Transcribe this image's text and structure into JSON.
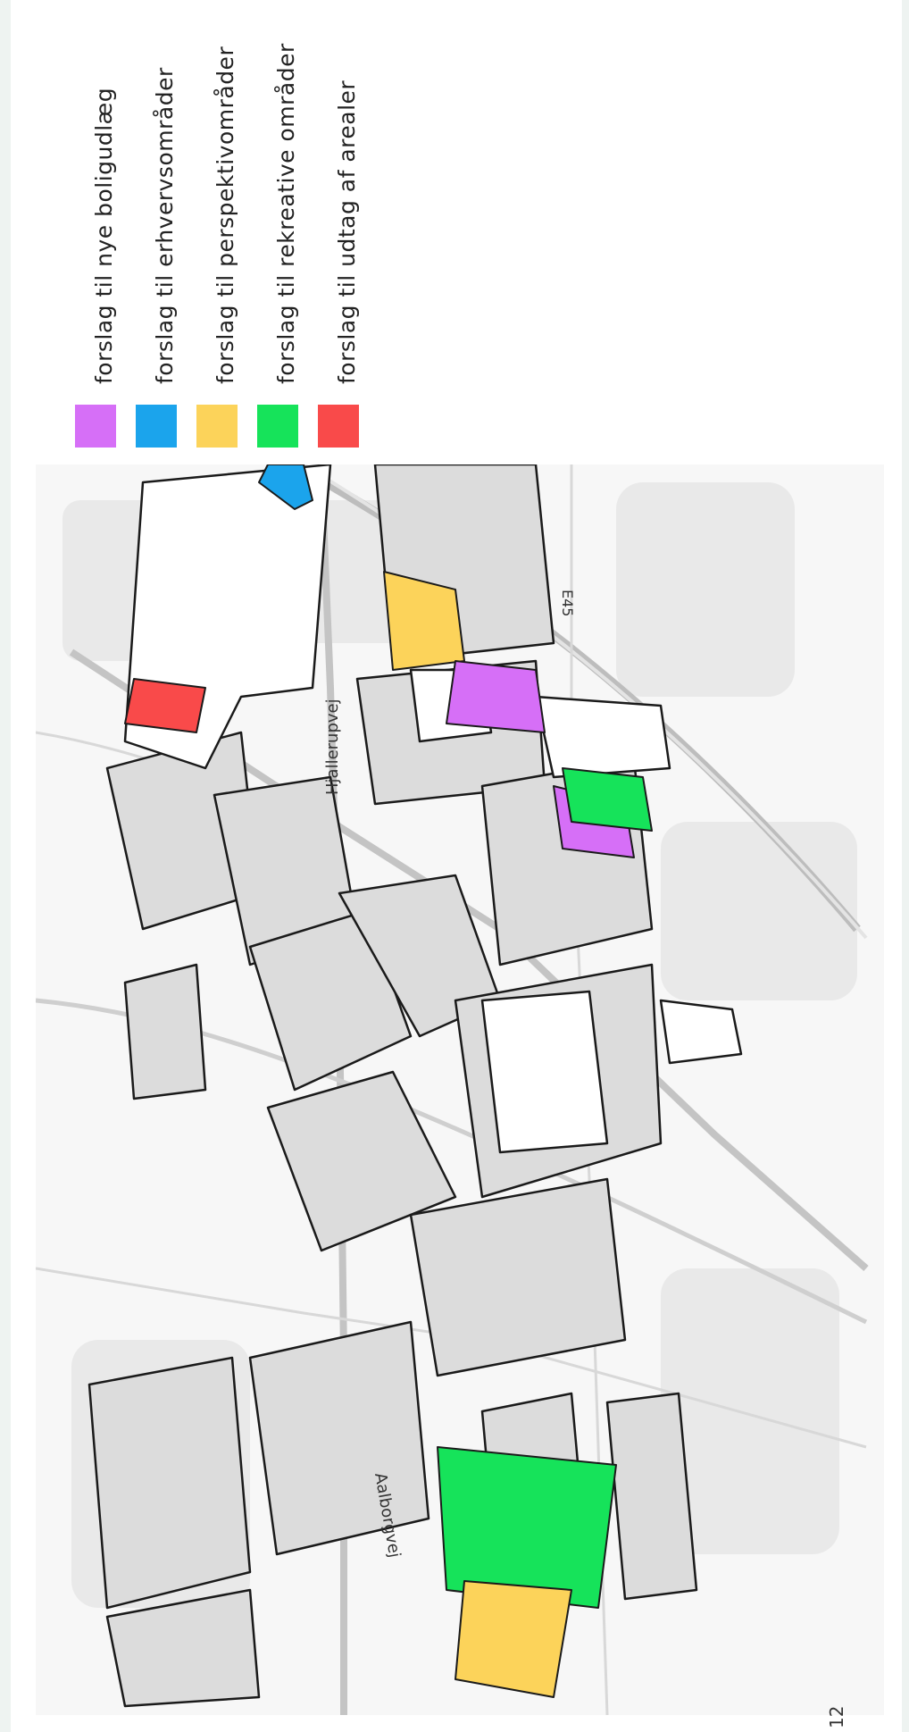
{
  "legend": {
    "items": [
      {
        "label": "forslag til nye boligudlæg",
        "color": "#d66ff7"
      },
      {
        "label": "forslag til erhvervsområder",
        "color": "#1ba4ec"
      },
      {
        "label": "forslag til perspektivområder",
        "color": "#fcd35a"
      },
      {
        "label": "forslag til rekreative områder",
        "color": "#16e35a"
      },
      {
        "label": "forslag til udtag af arealer",
        "color": "#f94a4a"
      }
    ]
  },
  "map": {
    "road_labels": {
      "hjallerup": "Hjallerupvej",
      "aalborg": "Aalborgvej",
      "e45": "E45"
    },
    "colors": {
      "built_area": "#dcdcdc",
      "outline": "#1a1a1a",
      "road": "#bdbdbd",
      "background": "#f4f4f4"
    }
  },
  "page": {
    "number": "12"
  }
}
